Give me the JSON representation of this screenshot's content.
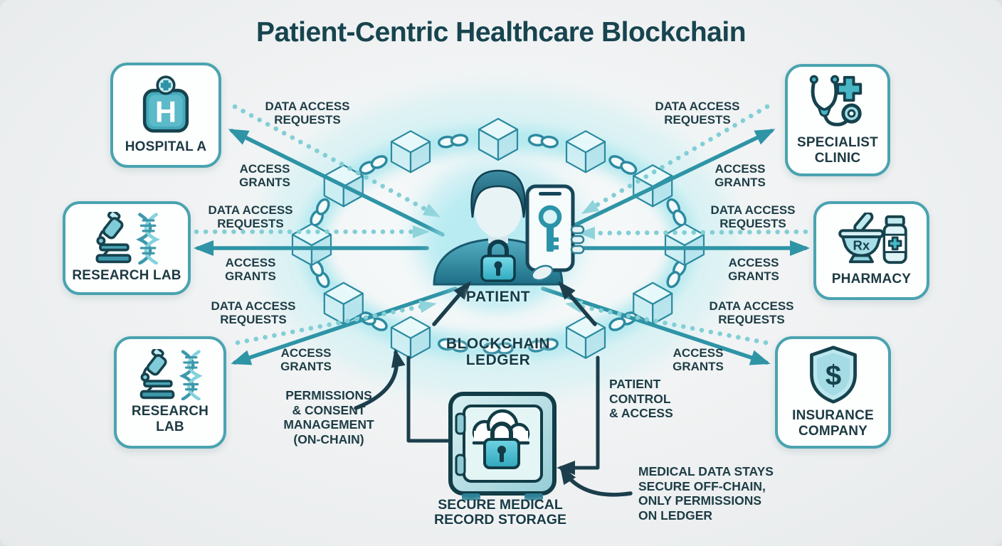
{
  "title": "Patient-Centric Healthcare Blockchain",
  "entities": [
    {
      "id": "hospital-a",
      "label": "HOSPITAL A"
    },
    {
      "id": "specialist-clinic",
      "label": "SPECIALIST\nCLINIC"
    },
    {
      "id": "research-lab-upper",
      "label": "RESEARCH LAB"
    },
    {
      "id": "pharmacy",
      "label": "PHARMACY"
    },
    {
      "id": "research-lab-lower",
      "label": "RESEARCH\nLAB"
    },
    {
      "id": "insurance-company",
      "label": "INSURANCE\nCOMPANY"
    }
  ],
  "flows": {
    "request_label": "DATA ACCESS\nREQUESTS",
    "grant_label": "ACCESS\nGRANTS"
  },
  "center": {
    "patient_label": "PATIENT",
    "ledger_label": "BLOCKCHAIN\nLEDGER"
  },
  "storage": {
    "label": "SECURE MEDICAL\nRECORD STORAGE"
  },
  "annotations": {
    "permissions": "PERMISSIONS\n& CONSENT\nMANAGEMENT\n(ON-CHAIN)",
    "patient_control": "PATIENT\nCONTROL\n& ACCESS",
    "offchain": "MEDICAL DATA STAYS\nSECURE OFF-CHAIN,\nONLY PERMISSIONS\nON LEDGER"
  },
  "icon_text": {
    "hospital": "H",
    "pharmacy_rx": "Rx",
    "insurance_dollar": "$"
  },
  "colors": {
    "accent_teal": "#2e94a6",
    "light_teal": "#8fd4da",
    "dark_ink": "#1c3e4c",
    "title_ink": "#17444f",
    "card_border": "#4aa3b0",
    "glow": "#aeeaf0"
  }
}
